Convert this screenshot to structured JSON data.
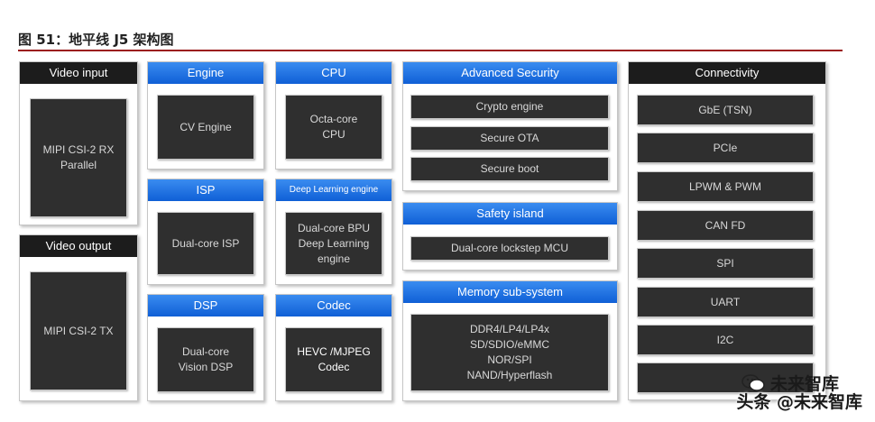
{
  "figure_title": "图 51：地平线 J5 架构图",
  "panels": {
    "video_input": {
      "header": "Video input",
      "blocks": [
        "MIPI CSI-2 RX\nParallel"
      ]
    },
    "video_output": {
      "header": "Video output",
      "blocks": [
        "MIPI CSI-2 TX"
      ]
    },
    "engine": {
      "header": "Engine",
      "blocks": [
        "CV Engine"
      ]
    },
    "isp": {
      "header": "ISP",
      "blocks": [
        "Dual-core ISP"
      ]
    },
    "dsp": {
      "header": "DSP",
      "blocks": [
        "Dual-core\nVision DSP"
      ]
    },
    "cpu": {
      "header": "CPU",
      "blocks": [
        "Octa-core\nCPU"
      ]
    },
    "deep_learning": {
      "header": "Deep Learning engine",
      "blocks": [
        "Dual-core BPU\nDeep Learning\nengine"
      ]
    },
    "codec": {
      "header": "Codec",
      "blocks": [
        "HEVC /MJPEG\nCodec"
      ]
    },
    "advanced_security": {
      "header": "Advanced Security",
      "blocks": [
        "Crypto engine",
        "Secure OTA",
        "Secure boot"
      ]
    },
    "safety_island": {
      "header": "Safety island",
      "blocks": [
        "Dual-core lockstep MCU"
      ]
    },
    "memory": {
      "header": "Memory sub-system",
      "blocks": [
        "DDR4/LP4/LP4x\nSD/SDIO/eMMC\nNOR/SPI\nNAND/Hyperflash"
      ]
    },
    "connectivity": {
      "header": "Connectivity",
      "blocks": [
        "GbE (TSN)",
        "PCIe",
        "LPWM & PWM",
        "CAN FD",
        "SPI",
        "UART",
        "I2C",
        ""
      ]
    }
  },
  "watermark": {
    "top_text": "未来智库",
    "bottom_text": "头条 @未来智库",
    "icon": "wechat-icon"
  },
  "colors": {
    "dark_header": "#1c1c1c",
    "blue_header": "#1f6fe0",
    "block_fill": "#2f2f2f",
    "title_rule": "#9b1c1c"
  }
}
